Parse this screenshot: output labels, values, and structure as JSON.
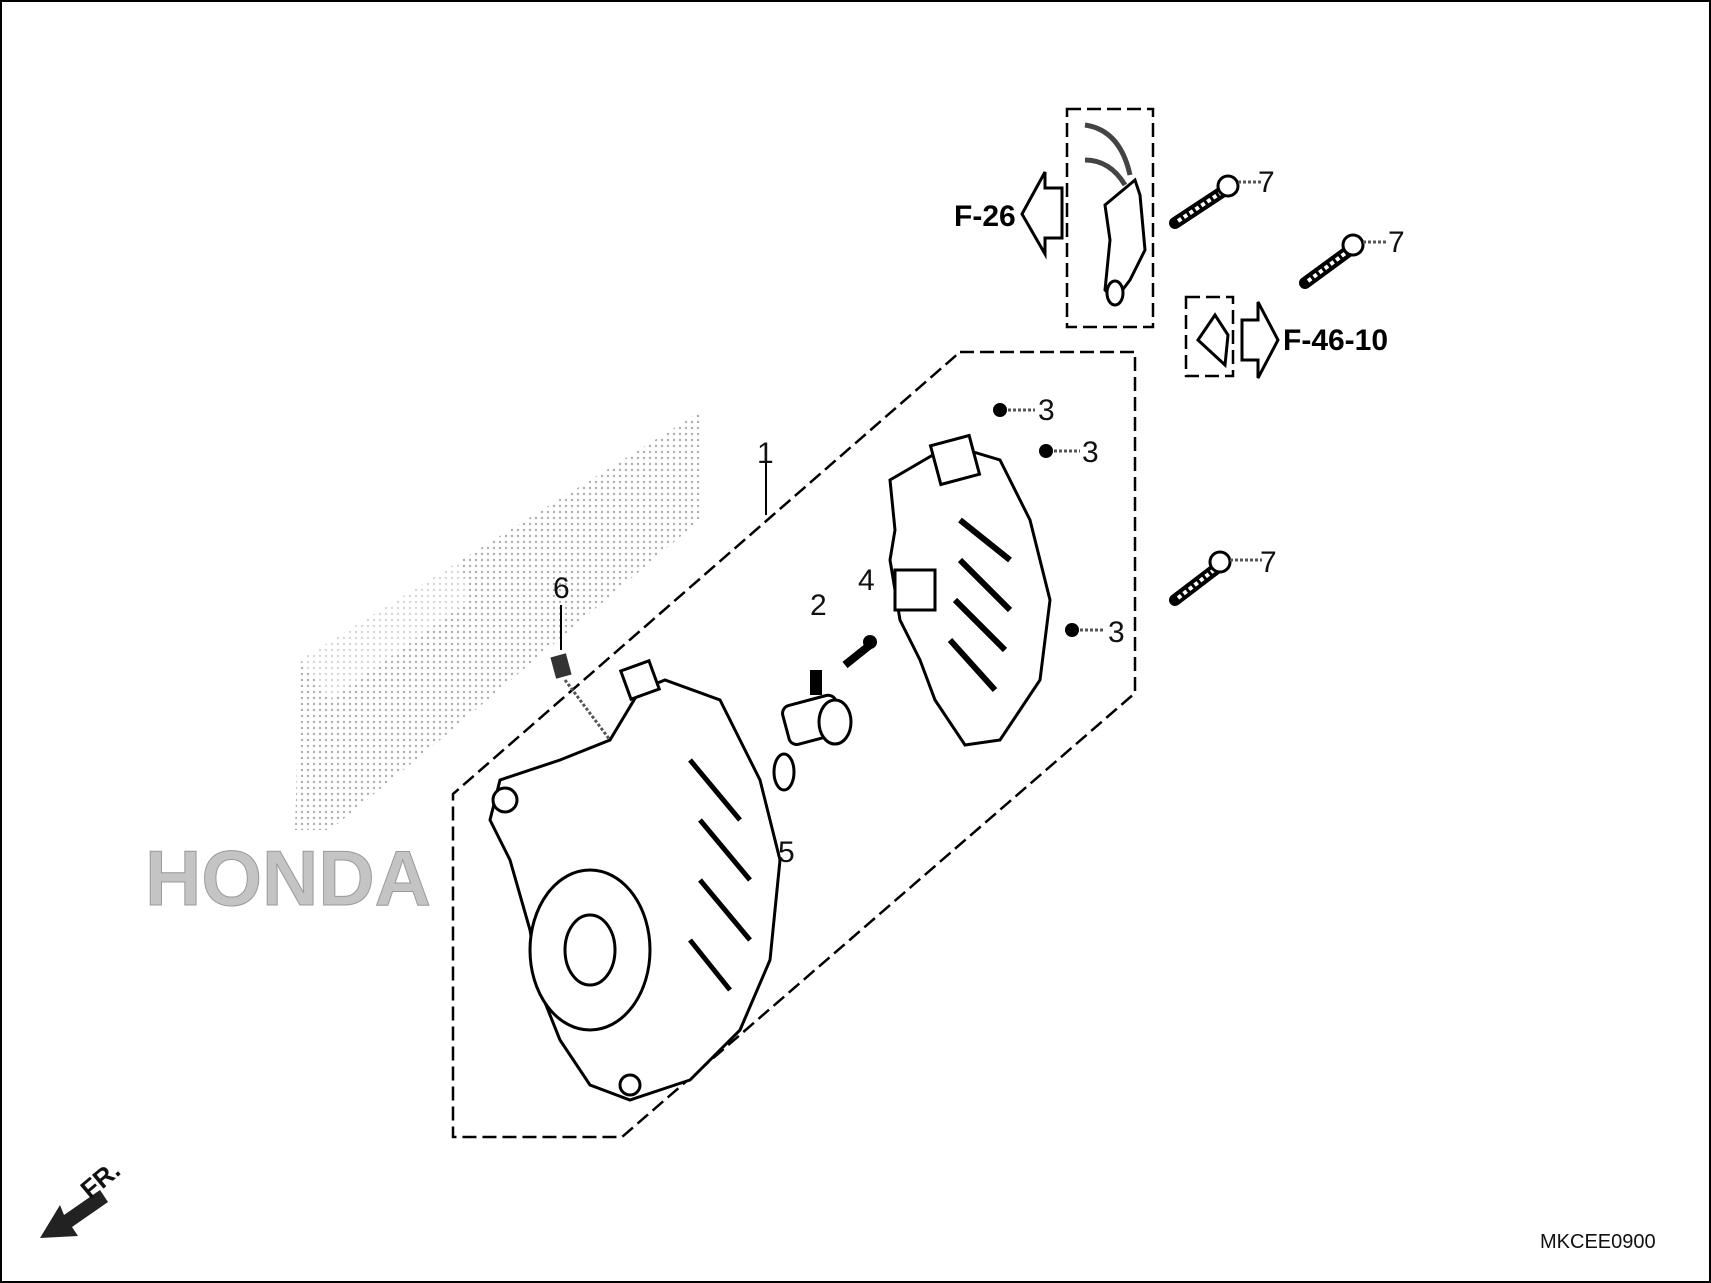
{
  "diagram": {
    "callouts": {
      "part_1": "1",
      "part_2": "2",
      "part_3a": "3",
      "part_3b": "3",
      "part_3c": "3",
      "part_4": "4",
      "part_5": "5",
      "part_6": "6",
      "part_7a": "7",
      "part_7b": "7",
      "part_7c": "7"
    },
    "references": {
      "ref_left": "F-26",
      "ref_right": "F-46-10"
    },
    "front_indicator": "FR.",
    "watermark": "HONDA",
    "diagram_code": "MKCEE0900"
  }
}
